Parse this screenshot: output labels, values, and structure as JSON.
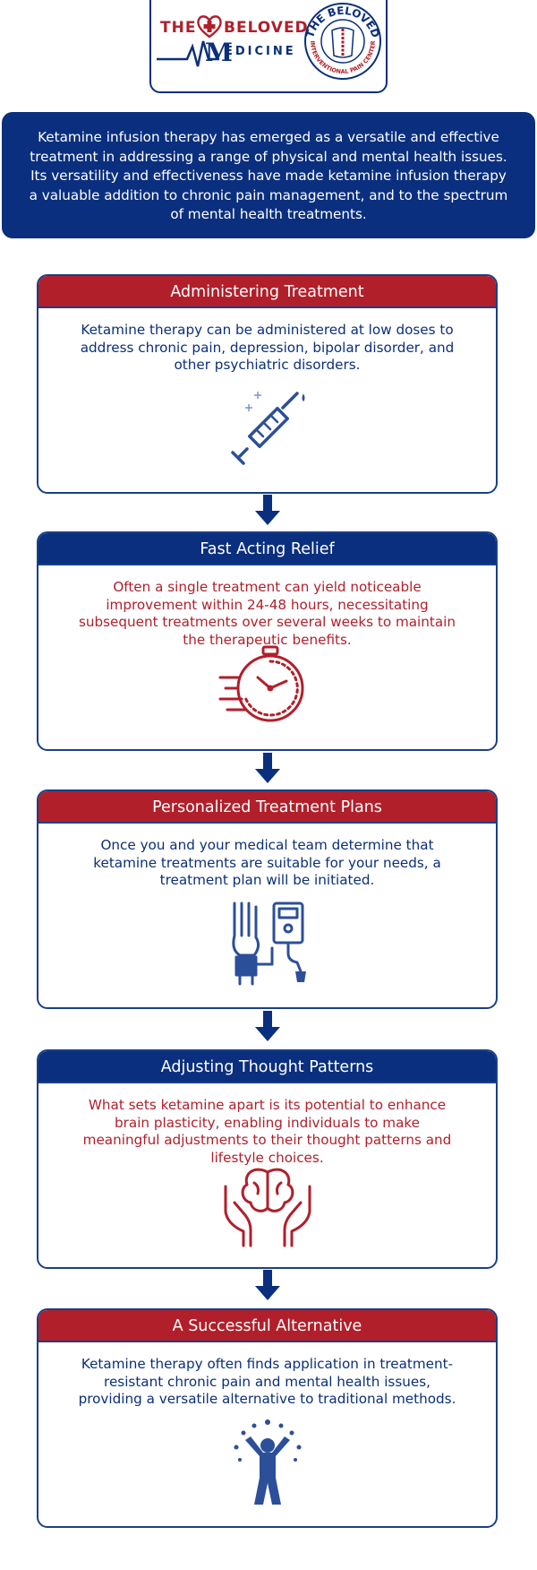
{
  "logo": {
    "the": "THE",
    "beloved": "BELOVED",
    "medicine": "EDICINE",
    "m": "M",
    "seal_top": "THE BELOVED",
    "seal_bottom": "INTERVENTIONAL PAIN CENTER"
  },
  "intro": "Ketamine infusion therapy has emerged as a versatile and effective treatment in addressing a range of physical and mental health issues. Its versatility and effectiveness have made ketamine infusion therapy a valuable addition to chronic pain management, and to the spectrum of mental health treatments.",
  "cards": [
    {
      "title": "Administering Treatment",
      "text": "Ketamine therapy can be administered at low doses to address chronic pain, depression, bipolar disorder, and other psychiatric disorders.",
      "icon": "syringe-icon"
    },
    {
      "title": "Fast Acting Relief",
      "text": "Often a single treatment can yield noticeable improvement within 24-48 hours, necessitating subsequent treatments over several weeks to maintain the therapeutic benefits.",
      "icon": "stopwatch-icon"
    },
    {
      "title": "Personalized Treatment Plans",
      "text": "Once you and your medical team determine that ketamine treatments are suitable for your needs, a treatment plan will be initiated.",
      "icon": "infusion-device-icon"
    },
    {
      "title": "Adjusting Thought Patterns",
      "text": "What sets ketamine apart is its potential to enhance brain plasticity, enabling individuals to make meaningful adjustments to their thought patterns and lifestyle choices.",
      "icon": "brain-hands-icon"
    },
    {
      "title": "A Successful Alternative",
      "text": "Ketamine therapy often finds application in treatment-resistant chronic pain and mental health issues, providing a versatile alternative to traditional methods.",
      "icon": "joyful-person-icon"
    }
  ],
  "colors": {
    "navy": "#0a2f7e",
    "red": "#b11f2a"
  }
}
